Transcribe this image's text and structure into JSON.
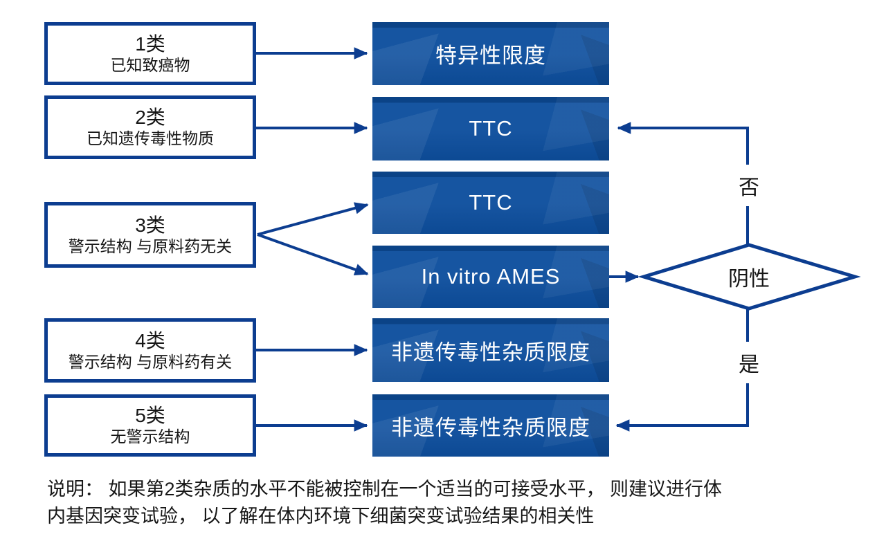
{
  "colors": {
    "stroke": "#0c3d90",
    "box_fill": "#0d4e9d",
    "text_dark": "#161616",
    "text_light": "#ffffff",
    "background": "#ffffff"
  },
  "left_boxes": [
    {
      "title": "1类",
      "subtitle": "已知致癌物"
    },
    {
      "title": "2类",
      "subtitle": "已知遗传毒性物质"
    },
    {
      "title": "3类",
      "subtitle": "警示结构 与原料药无关"
    },
    {
      "title": "4类",
      "subtitle": "警示结构 与原料药有关"
    },
    {
      "title": "5类",
      "subtitle": "无警示结构"
    }
  ],
  "middle_boxes": [
    {
      "label": "特异性限度"
    },
    {
      "label": "TTC"
    },
    {
      "label": "TTC"
    },
    {
      "label": "In vitro AMES"
    },
    {
      "label": "非遗传毒性杂质限度"
    },
    {
      "label": "非遗传毒性杂质限度"
    }
  ],
  "decision": {
    "label": "阴性",
    "no_label": "否",
    "yes_label": "是"
  },
  "note": {
    "line1": "说明： 如果第2类杂质的水平不能被控制在一个适当的可接受水平， 则建议进行体",
    "line2": "内基因突变试验， 以了解在体内环境下细菌突变试验结果的相关性"
  }
}
